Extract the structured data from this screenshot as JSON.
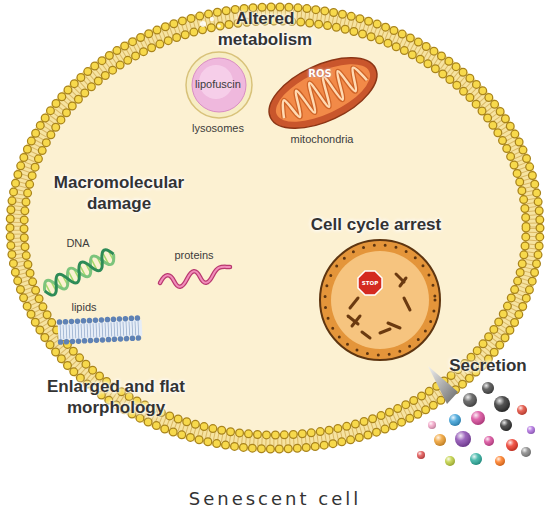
{
  "diagram": {
    "title": "Senescent cell",
    "nodes": [
      {
        "text": [
          "Altered metabolism",
          "Macromolecular damage",
          "Cell cycle arrest"
        ]
      },
      {
        "text": [
          "lipofuscin",
          "lysosomes"
        ],
        "in": 0
      },
      {
        "text": [
          "ROS",
          "mitochondria"
        ],
        "in": 0
      },
      {
        "text": [
          "STOP"
        ],
        "in": 0
      }
    ],
    "labels": [
      "DNA",
      "proteins",
      "lipids",
      "Enlarged and flat morphology",
      "Secretion"
    ]
  }
}
